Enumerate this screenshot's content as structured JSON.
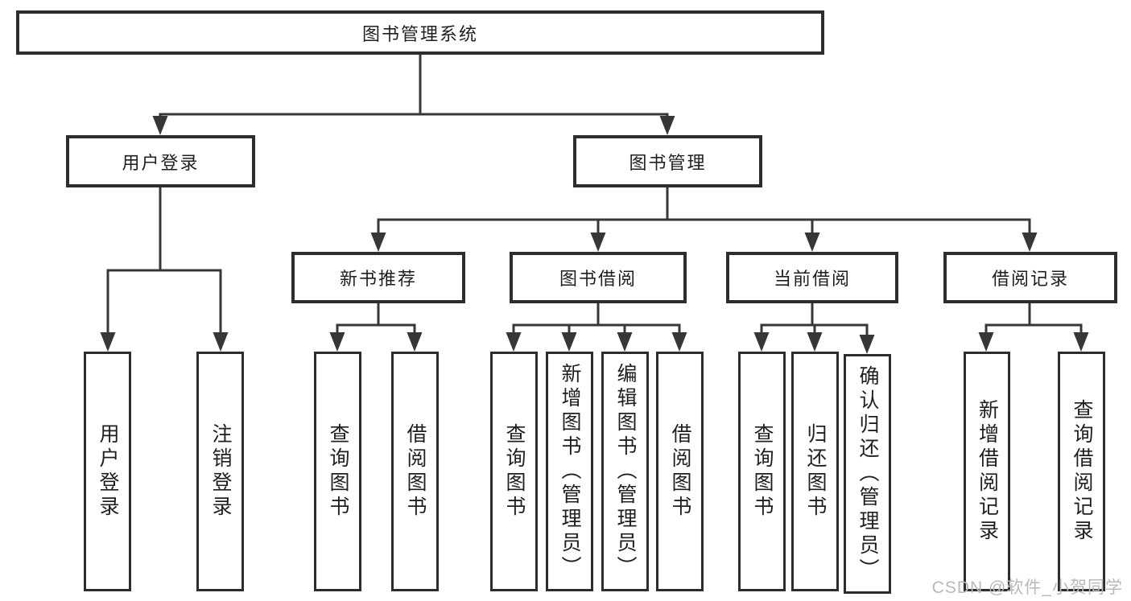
{
  "tree": {
    "label": "图书管理系统",
    "children": [
      {
        "label": "用户登录",
        "children": [
          {
            "label": "用户登录"
          },
          {
            "label": "注销登录"
          }
        ]
      },
      {
        "label": "图书管理",
        "children": [
          {
            "label": "新书推荐",
            "children": [
              {
                "label": "查询图书"
              },
              {
                "label": "借阅图书"
              }
            ]
          },
          {
            "label": "图书借阅",
            "children": [
              {
                "label": "查询图书"
              },
              {
                "label": "新增图书（管理员）"
              },
              {
                "label": "编辑图书（管理员）"
              },
              {
                "label": "借阅图书"
              }
            ]
          },
          {
            "label": "当前借阅",
            "children": [
              {
                "label": "查询图书"
              },
              {
                "label": "归还图书"
              },
              {
                "label": "确认归还（管理员）"
              }
            ]
          },
          {
            "label": "借阅记录",
            "children": [
              {
                "label": "新增借阅记录"
              },
              {
                "label": "查询借阅记录"
              }
            ]
          }
        ]
      }
    ]
  },
  "watermark": {
    "text": "CSDN @软件_小贺同学"
  },
  "colors": {
    "line": "#373737",
    "box_border": "#2d2d2d",
    "background": "#ffffff",
    "text": "#1f1f1f",
    "watermark": "#b9b9b9"
  }
}
